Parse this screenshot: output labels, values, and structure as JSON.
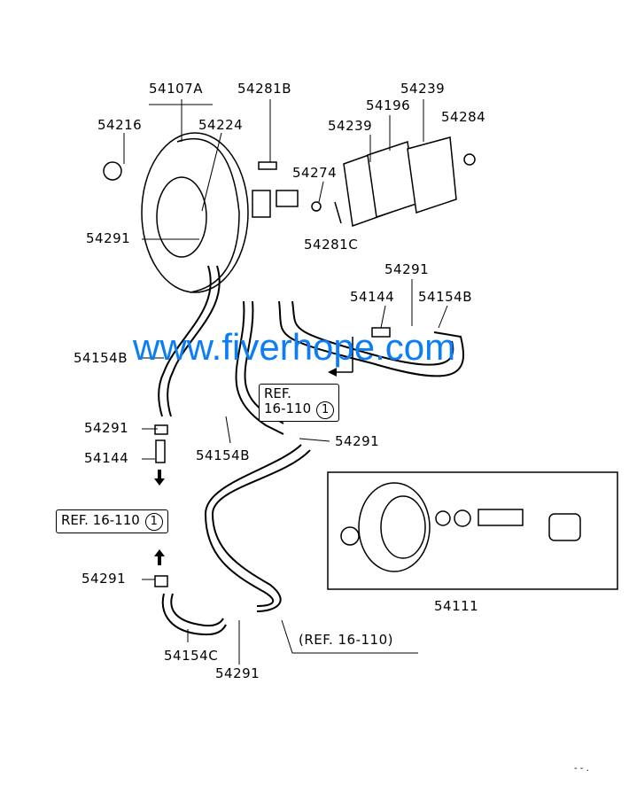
{
  "parts": {
    "p54107A": "54107A",
    "p54281B": "54281B",
    "p54239a": "54239",
    "p54216": "54216",
    "p54224": "54224",
    "p54196": "54196",
    "p54284": "54284",
    "p54239b": "54239",
    "p54274": "54274",
    "p54281C": "54281C",
    "p54291a": "54291",
    "p54291b": "54291",
    "p54144a": "54144",
    "p54154Ba": "54154B",
    "p54154Bb": "54154B",
    "p54291c": "54291",
    "p54144b": "54144",
    "p54154Bc": "54154B",
    "p54291d": "54291",
    "p54291e": "54291",
    "p54111": "54111",
    "p54154C": "54154C",
    "p54291f": "54291"
  },
  "refs": {
    "ref1_line1": "REF.",
    "ref1_line2": "16-110",
    "ref1_num": "1",
    "ref2_text": "REF. 16-110",
    "ref2_num": "1",
    "ref3_text": "(REF. 16-110)"
  },
  "watermark": "www.fiverhope.com",
  "footer": "- - ."
}
